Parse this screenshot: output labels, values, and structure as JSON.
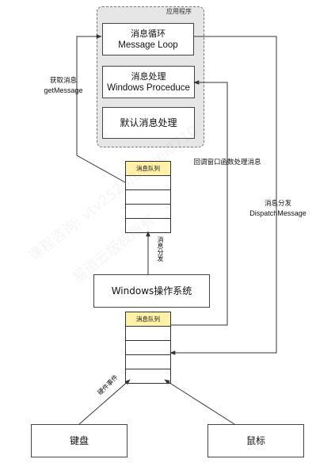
{
  "app": {
    "title": "应用程序"
  },
  "boxes": {
    "message_loop": {
      "zh": "消息循环",
      "en": "Message Loop"
    },
    "windows_procedure": {
      "zh": "消息处理",
      "en": "Windows Proceduce"
    },
    "default_processing": {
      "zh": "默认消息处理"
    },
    "os": {
      "zh": "Windows操作系统"
    },
    "keyboard": {
      "zh": "键盘"
    },
    "mouse": {
      "zh": "鼠标"
    }
  },
  "queues": {
    "app_queue": {
      "header": "消息队列"
    },
    "system_queue": {
      "header": "消息队列"
    }
  },
  "labels": {
    "get_message": {
      "zh": "获取消息",
      "en": "getMessage"
    },
    "callback": {
      "zh": "回调窗口函数处理消息"
    },
    "dispatch": {
      "zh": "消息分发",
      "en": "DispatchMessage"
    },
    "distribute": {
      "zh": "消息分发"
    },
    "hardware_event": {
      "zh": "硬件事件"
    }
  },
  "watermark": {
    "line1": "易道云版权所有",
    "line2": "课程咨询: vtv2525/beibei0710"
  },
  "colors": {
    "queue_header": "#fff2a8",
    "app_bg": "#e6e6e6",
    "line": "#333333"
  }
}
